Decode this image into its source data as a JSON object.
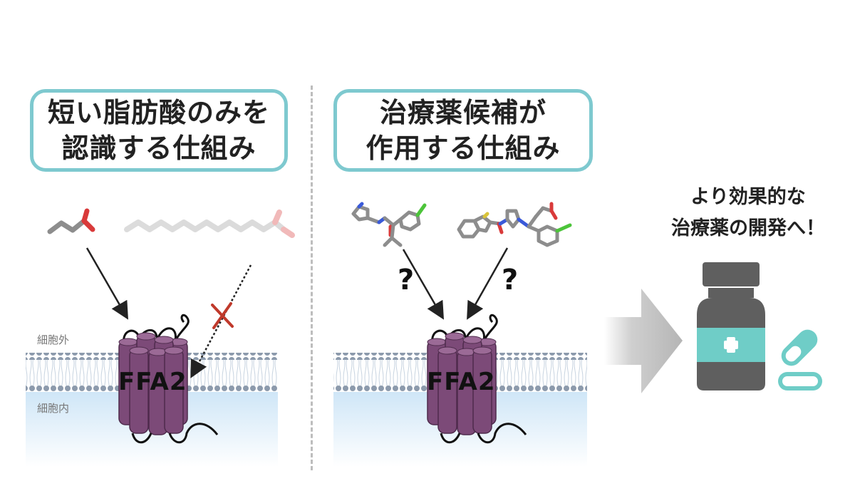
{
  "left_panel": {
    "title_line1": "短い脂肪酸のみを",
    "title_line2": "認識する仕組み",
    "outside_label": "細胞外",
    "inside_label": "細胞内",
    "receptor_label": "FFA2"
  },
  "right_panel": {
    "title_line1": "治療薬候補が",
    "title_line2": "作用する仕組み",
    "receptor_label": "FFA2",
    "question_mark_left": "?",
    "question_mark_right": "?"
  },
  "conclusion": {
    "line1": "より効果的な",
    "line2": "治療薬の開発へ！"
  },
  "colors": {
    "title_border": "#7ec9cf",
    "receptor": "#7c4a78",
    "membrane_head": "#8c9aac",
    "inhibit_cross": "#c0392b",
    "bottle_body": "#5f5f5f",
    "bottle_label": "#6fcdc7",
    "arrow_gray": "#bdbdbd"
  },
  "icons": [
    "medicine-bottle-icon",
    "capsule-icon",
    "plus-icon",
    "inhibit-cross-icon"
  ]
}
